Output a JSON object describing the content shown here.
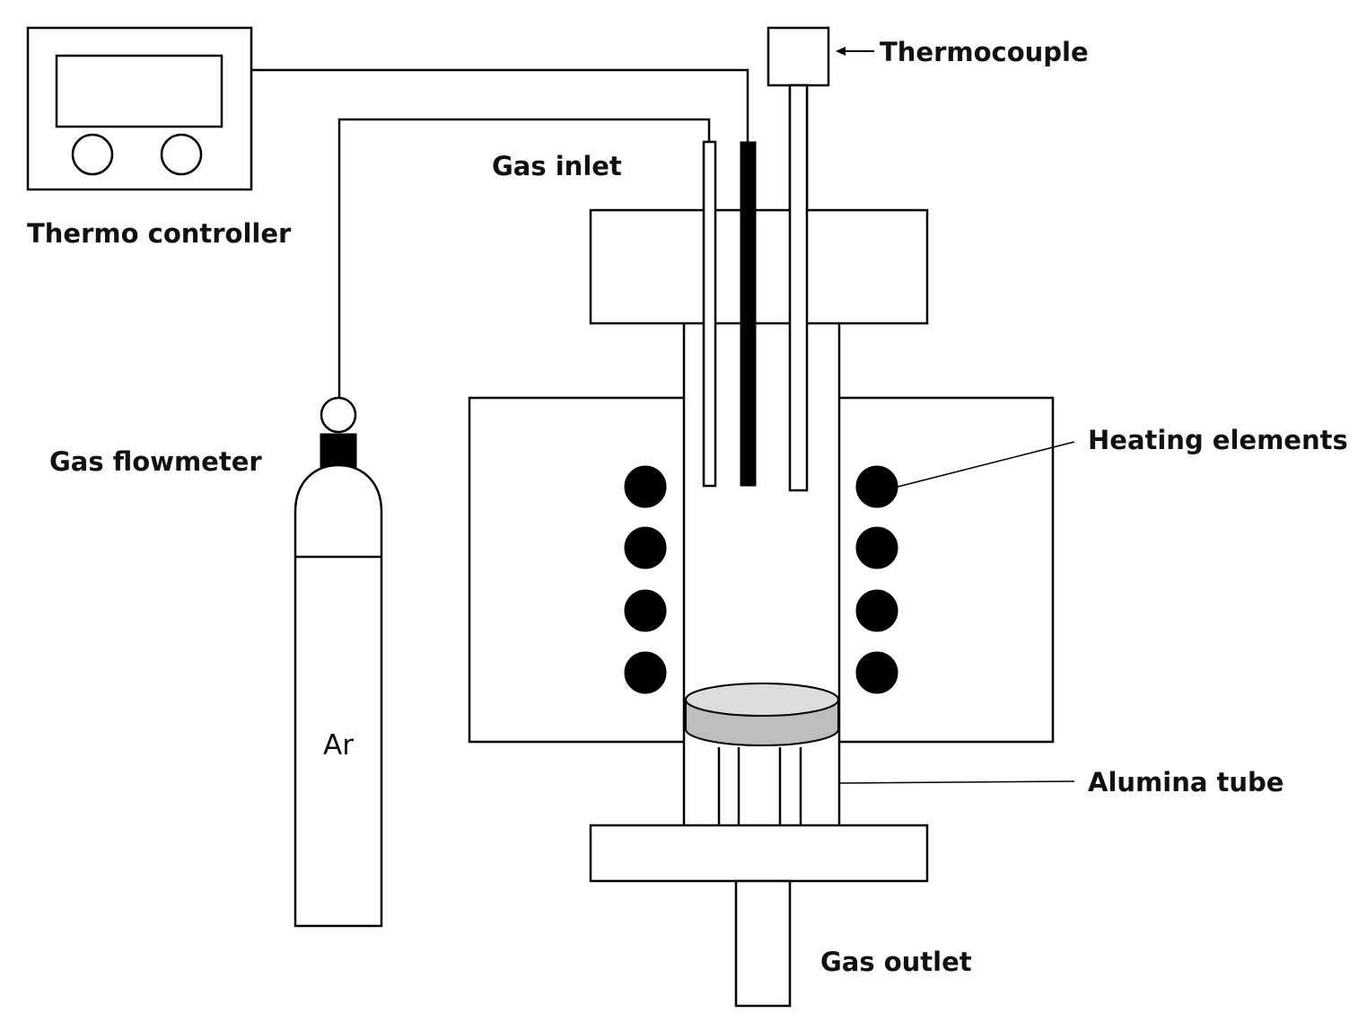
{
  "labels": {
    "thermocouple": "Thermocouple",
    "thermo_controller": "Thermo controller",
    "gas_inlet": "Gas inlet",
    "gas_flowmeter": "Gas flowmeter",
    "heating_elements": "Heating elements",
    "alumina_tube": "Alumina tube",
    "gas_outlet": "Gas outlet",
    "cylinder_gas": "Ar"
  },
  "colors": {
    "line": "#000000",
    "background": "#ffffff",
    "crucible_top": "#dcdcdc",
    "crucible_side": "#bdbdbd"
  },
  "icons": {
    "arrow": "left-arrow-icon",
    "heating_element": "filled-circle-icon"
  }
}
